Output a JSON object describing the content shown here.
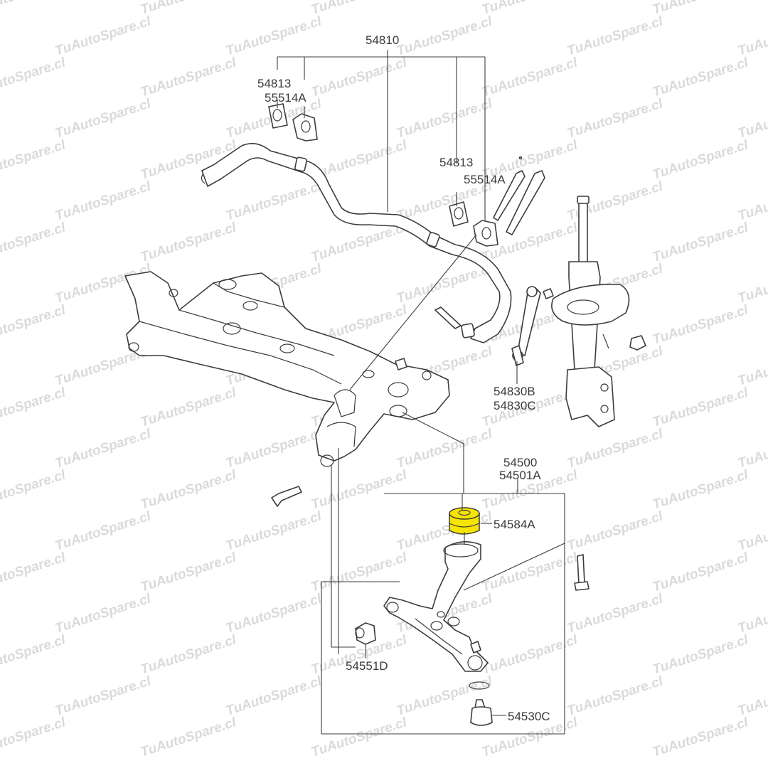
{
  "watermark": "TuAutoSpare.cl",
  "highlight_color": "#f6e500",
  "labels": {
    "p54810": "54810",
    "p54813_top": "54813",
    "p55514A_top": "55514A",
    "p54813_mid": "54813",
    "p55514A_mid": "55514A",
    "p54830B": "54830B",
    "p54830C": "54830C",
    "p54500": "54500",
    "p54501A": "54501A",
    "p54584A": "54584A",
    "p54551D": "54551D",
    "p54530C": "54530C"
  }
}
